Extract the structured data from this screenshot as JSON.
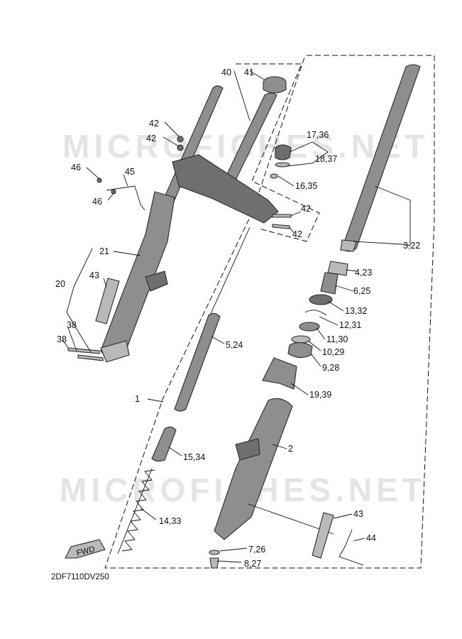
{
  "watermark": "MICROFICHES.NET",
  "diagram_code": "2DF7110DV250",
  "fwd_label": "FWD",
  "labels": {
    "l40": "40",
    "l41": "41",
    "l42a": "42",
    "l42b": "42",
    "l42c": "42",
    "l42d": "42",
    "l46a": "46",
    "l45": "45",
    "l46b": "46",
    "l17_36": "17,36",
    "l18_37": "18,37",
    "l16_35": "16,35",
    "l21": "21",
    "l20": "20",
    "l43a": "43",
    "l38a": "38",
    "l38b": "38",
    "l3_22": "3,22",
    "l4_23": "4,23",
    "l6_25": "6,25",
    "l13_32": "13,32",
    "l12_31": "12,31",
    "l11_30": "11,30",
    "l10_29": "10,29",
    "l9_28": "9,28",
    "l19_39": "19,39",
    "l5_24": "5,24",
    "l1": "1",
    "l2": "2",
    "l15_34": "15,34",
    "l14_33": "14,33",
    "l43b": "43",
    "l44": "44",
    "l7_26": "7,26",
    "l8_27": "8,27"
  }
}
